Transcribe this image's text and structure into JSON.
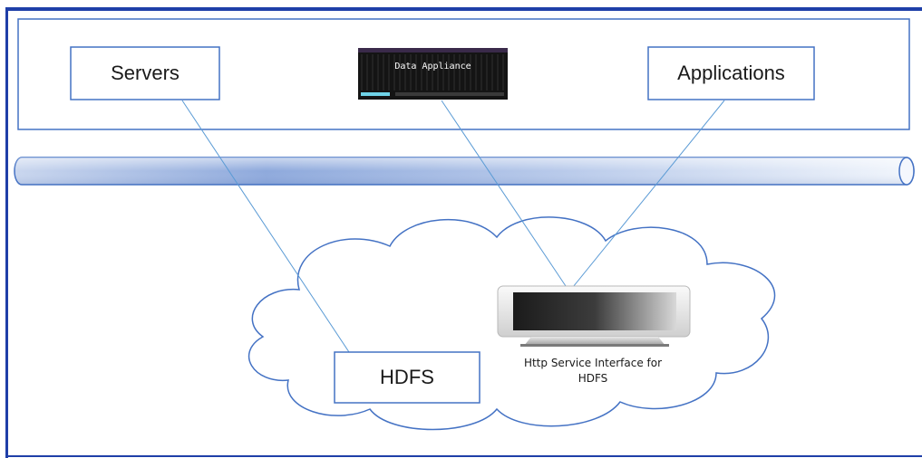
{
  "diagram": {
    "nodes": {
      "servers": "Servers",
      "data_appliance": "Data Appliance",
      "applications": "Applications",
      "hdfs": "HDFS",
      "http_service_line1": "Http Service Interface for",
      "http_service_line2": "HDFS"
    },
    "colors": {
      "border": "#4472c4",
      "connector": "#5b9bd5",
      "frame_edge": "#1f3fa8"
    },
    "icons": [
      "data-appliance-icon",
      "monitor-icon",
      "cloud-shape",
      "network-bus-cylinder"
    ]
  }
}
